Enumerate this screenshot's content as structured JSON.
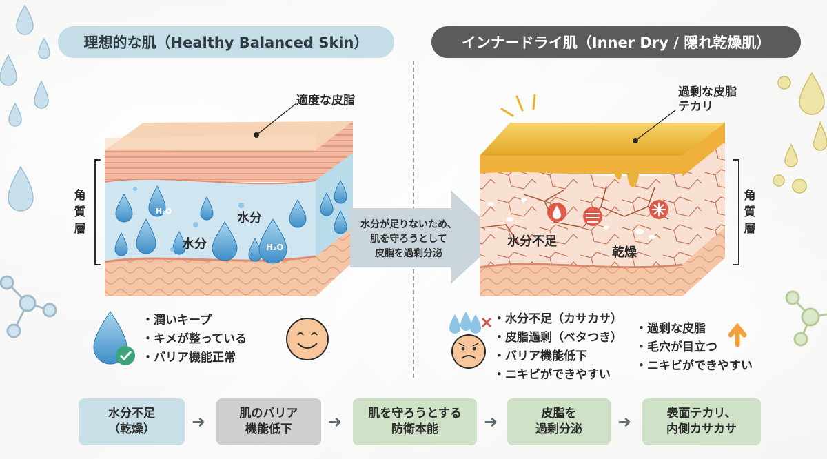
{
  "headers": {
    "left_title": "理想的な肌（Healthy Balanced Skin）",
    "right_title": "インナードライ肌（Inner Dry / 隠れ乾燥肌）"
  },
  "left_panel": {
    "sebum_callout": "適度な皮脂",
    "layer_label": "角質層",
    "water_label_1": "水分",
    "water_label_2": "水分",
    "h2o_1": "H₂O",
    "h2o_2": "H₂O",
    "benefits": [
      "潤いキープ",
      "キメが整っている",
      "バリア機能正常"
    ]
  },
  "center_arrow": {
    "text": "水分が足りないため、\n肌を守ろうとして\n皮脂を過剰分泌"
  },
  "right_panel": {
    "sebum_callout_line1": "過剰な皮脂",
    "sebum_callout_line2": "テカリ",
    "layer_label": "角質層",
    "water_shortage_label": "水分不足",
    "dryness_label": "乾燥",
    "problems_left": [
      "水分不足（カサカサ）",
      "皮脂過剰（ベタつき）",
      "バリア機能低下",
      "ニキビができやすい"
    ],
    "problems_right": [
      "過剰な皮脂",
      "毛穴が目立つ",
      "ニキビができやすい"
    ]
  },
  "flow": {
    "steps": [
      {
        "label": "水分不足\n（乾燥）",
        "color": "#c9e0e8"
      },
      {
        "label": "肌のバリア\n機能低下",
        "color": "#cfcfd1"
      },
      {
        "label": "肌を守ろうとする\n防衛本能",
        "color": "#cfe2c8"
      },
      {
        "label": "皮脂を\n過剰分泌",
        "color": "#cfe2c8"
      },
      {
        "label": "表面テカリ、\n内側カサカサ",
        "color": "#cfe2c8"
      }
    ]
  },
  "colors": {
    "healthy_accent": "#c4dde6",
    "dry_accent": "#5b5b5b",
    "sebum_gold": "#e9b93a",
    "check_green": "#3aa57a",
    "warning_orange": "#f0a23c"
  },
  "icons": {
    "left_summary_icon": "water-drop-check-icon",
    "left_face_icon": "smiling-face-icon",
    "right_summary_icon": "water-drops-cross-icon",
    "right_face_icon": "worried-face-icon",
    "sebum_up_icon": "arrow-up-icon"
  }
}
